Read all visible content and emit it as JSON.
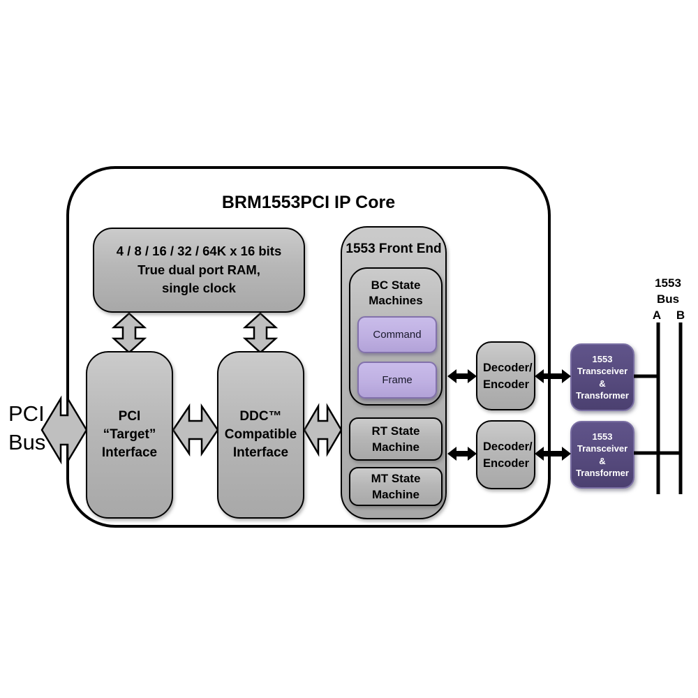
{
  "title": "BRM1553PCI IP Core",
  "pci_bus": {
    "line1": "PCI",
    "line2": "Bus"
  },
  "ram": {
    "line1": "4 / 8 / 16 / 32 / 64K x 16 bits",
    "line2": "True dual port RAM,",
    "line3": "single clock"
  },
  "pci_interface": {
    "line1": "PCI",
    "line2": "“Target”",
    "line3": "Interface"
  },
  "ddc_interface": {
    "line1": "DDC™",
    "line2": "Compatible",
    "line3": "Interface"
  },
  "front_end": {
    "title": "1553 Front End",
    "bc": {
      "title_line1": "BC State",
      "title_line2": "Machines",
      "command": "Command",
      "frame": "Frame"
    },
    "rt": {
      "line1": "RT State",
      "line2": "Machine"
    },
    "mt": {
      "line1": "MT State",
      "line2": "Machine"
    }
  },
  "decoder_encoder_top": {
    "line1": "Decoder/",
    "line2": "Encoder"
  },
  "decoder_encoder_bottom": {
    "line1": "Decoder/",
    "line2": "Encoder"
  },
  "transceiver_top": {
    "line1": "1553",
    "line2": "Transceiver",
    "line3": "&",
    "line4": "Transformer"
  },
  "transceiver_bottom": {
    "line1": "1553",
    "line2": "Transceiver",
    "line3": "&",
    "line4": "Transformer"
  },
  "bus_1553": {
    "label_line1": "1553",
    "label_line2": "Bus",
    "bus_a": "A",
    "bus_b": "B"
  },
  "colors": {
    "box_gray": "#b7b7b7",
    "outline_black": "#000000",
    "light_purple_fill": "#bfb0e2",
    "light_purple_border": "#8271ab",
    "dark_purple_fill": "#564a7d",
    "dark_purple_border": "#7a6fa3",
    "white_text": "#ffffff"
  }
}
